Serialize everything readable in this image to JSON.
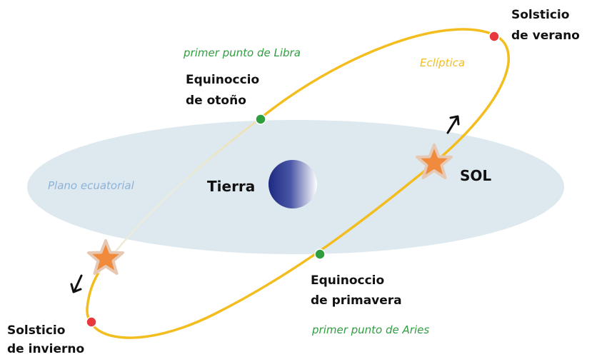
{
  "colors": {
    "plane_fill": "#dde8ef",
    "orbit": "#f3bd1e",
    "orbit_faint": "#efe3c6",
    "equinox_dot": "#2e9e3f",
    "solstice_dot": "#e8383d",
    "sun_star": "#f08a3c",
    "earth_dark": "#1c2a82",
    "earth_light": "#ffffff",
    "green_text": "#2e9e3f",
    "ecliptic_text": "#f3bd1e",
    "plane_text": "#8eb3d9"
  },
  "labels": {
    "summer_solstice": [
      "Solsticio",
      "de verano"
    ],
    "winter_solstice": [
      "Solsticio",
      "de invierno"
    ],
    "autumn_equinox": [
      "Equinoccio",
      "de otoño"
    ],
    "spring_equinox": [
      "Equinoccio",
      "de primavera"
    ],
    "libra_point": "primer punto de Libra",
    "aries_point": "primer punto de Aries",
    "ecliptic": "Eclíptica",
    "equatorial_plane": "Plano ecuatorial",
    "earth": "Tierra",
    "sun": "SOL"
  },
  "icons": {
    "sun": "star-icon",
    "direction": "arrow-icon"
  }
}
